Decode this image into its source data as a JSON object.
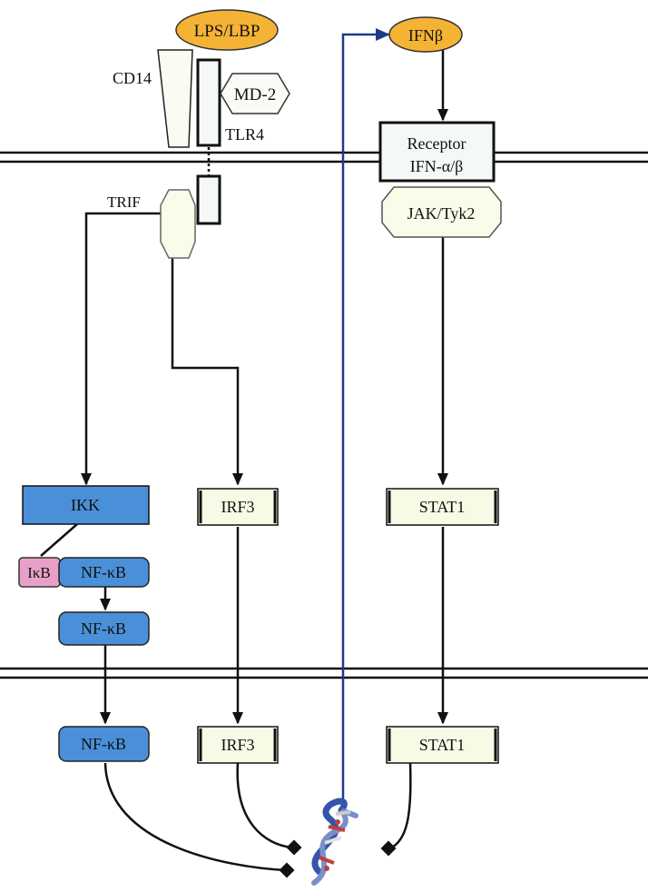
{
  "colors": {
    "ligand": "#f5b335",
    "kinase_blue": "#4a90d9",
    "ikb_pink": "#e9a0c8",
    "pale_box": "#f8fae6",
    "pale_adapter": "#fafbe8",
    "membrane": "#111111",
    "ifn_arrow": "#1f3a8a",
    "line": "#111111"
  },
  "nodes": {
    "lps_lbp": "LPS/LBP",
    "cd14": "CD14",
    "md2": "MD-2",
    "tlr4": "TLR4",
    "trif": "TRIF",
    "ifnb": "IFNβ",
    "receptor_line1": "Receptor",
    "receptor_line2": "IFN-α/β",
    "jak_tyk2": "JAK/Tyk2",
    "ikk": "IKK",
    "ikb": "IκB",
    "nfkb": "NF-κB",
    "irf3": "IRF3",
    "stat1": "STAT1"
  },
  "icons": {
    "dna": "dna-helix-icon"
  }
}
